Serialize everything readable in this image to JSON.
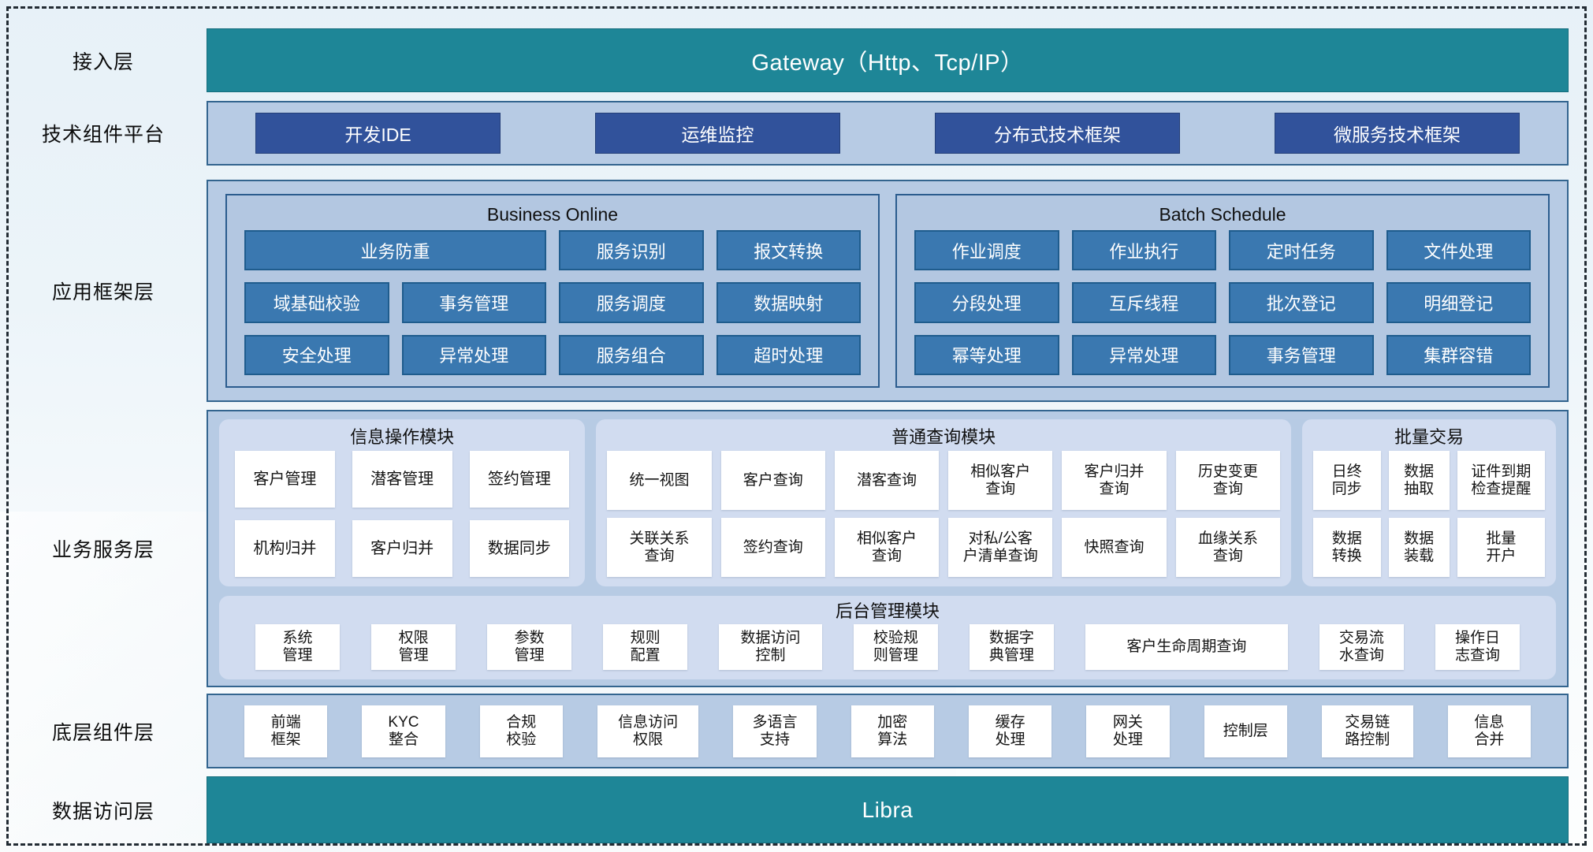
{
  "access_layer": {
    "label": "接入层",
    "gateway_text": "Gateway（Http、Tcp/IP）"
  },
  "tech_platform": {
    "label": "技术组件平台",
    "buttons": [
      "开发IDE",
      "运维监控",
      "分布式技术框架",
      "微服务技术框架"
    ]
  },
  "app_framework": {
    "label": "应用框架层",
    "business_online": {
      "title": "Business Online",
      "items": [
        "业务防重",
        "服务识别",
        "报文转换",
        "域基础校验",
        "事务管理",
        "服务调度",
        "数据映射",
        "安全处理",
        "异常处理",
        "服务组合",
        "超时处理"
      ]
    },
    "batch_schedule": {
      "title": "Batch Schedule",
      "items": [
        "作业调度",
        "作业执行",
        "定时任务",
        "文件处理",
        "分段处理",
        "互斥线程",
        "批次登记",
        "明细登记",
        "幂等处理",
        "异常处理",
        "事务管理",
        "集群容错"
      ]
    }
  },
  "business_service": {
    "label": "业务服务层",
    "info_module": {
      "title": "信息操作模块",
      "items": [
        "客户管理",
        "潜客管理",
        "签约管理",
        "机构归并",
        "客户归并",
        "数据同步"
      ]
    },
    "query_module": {
      "title": "普通查询模块",
      "items": [
        "统一视图",
        "客户查询",
        "潜客查询",
        "相似客户\n查询",
        "客户归并\n查询",
        "历史变更\n查询",
        "关联关系\n查询",
        "签约查询",
        "相似客户\n查询",
        "对私/公客\n户清单查询",
        "快照查询",
        "血缘关系\n查询"
      ]
    },
    "batch_trade": {
      "title": "批量交易",
      "items": [
        "日终\n同步",
        "数据\n抽取",
        "证件到期\n检查提醒",
        "数据\n转换",
        "数据\n装载",
        "批量\n开户"
      ]
    },
    "admin_module": {
      "title": "后台管理模块",
      "items": [
        "系统\n管理",
        "权限\n管理",
        "参数\n管理",
        "规则\n配置",
        "数据访问\n控制",
        "校验规\n则管理",
        "数据字\n典管理",
        "客户生命周期查询",
        "交易流\n水查询",
        "操作日\n志查询"
      ]
    }
  },
  "base_components": {
    "label": "底层组件层",
    "items": [
      "前端\n框架",
      "KYC\n整合",
      "合规\n校验",
      "信息访问\n权限",
      "多语言\n支持",
      "加密\n算法",
      "缓存\n处理",
      "网关\n处理",
      "控制层",
      "交易链\n路控制",
      "信息\n合并"
    ]
  },
  "data_access": {
    "label": "数据访问层",
    "bar_text": "Libra"
  },
  "colors": {
    "teal": "#1e8697",
    "navy_button": "#31529b",
    "blue_button": "#3a78b0",
    "layer_box_fill": "#b7cbe4",
    "rounded_panel_fill": "#d1dcf0",
    "chip_fill": "#ffffff"
  }
}
